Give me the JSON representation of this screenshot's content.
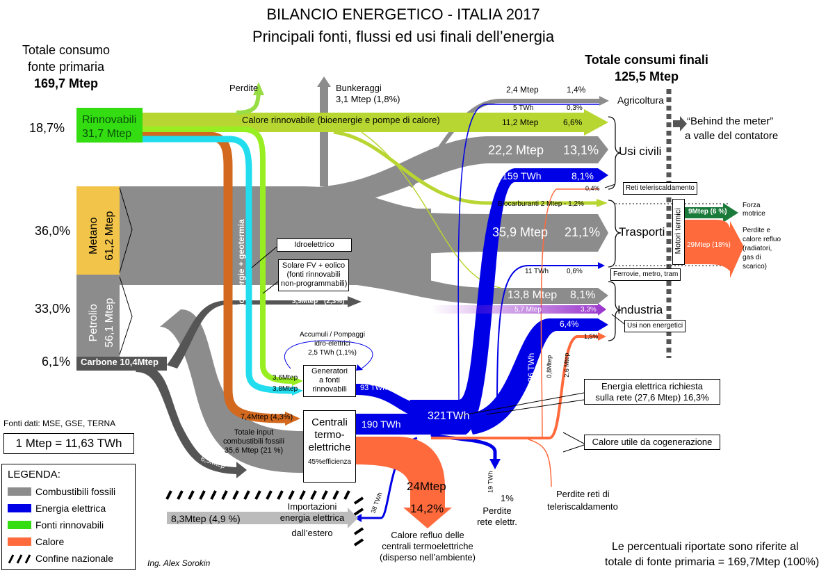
{
  "title": {
    "line1": "BILANCIO ENERGETICO - ITALIA 2017",
    "line2": "Principali fonti, flussi ed usi finali dell’energia"
  },
  "header_left": {
    "line1": "Totale consumo",
    "line2": "fonte primaria",
    "value": "169,7 Mtep"
  },
  "header_right": {
    "line1": "Totale consumi finali",
    "value": "125,5 Mtep"
  },
  "sources": {
    "renewables_pct": "18,7%",
    "renewables_name": "Rinnovabili",
    "renewables_value": "31,7 Mtep",
    "methane_pct": "36,0%",
    "methane_name": "Metano",
    "methane_value": "61,2 Mtep",
    "oil_pct": "33,0%",
    "oil_name": "Petrolio",
    "oil_value": "56,1 Mtep",
    "coal_pct": "6,1%",
    "coal_label": "Carbone 10,4Mtep"
  },
  "labels": {
    "perdite": "Perdite",
    "bunker_1": "Bunkeraggi",
    "bunker_2": "3,1 Mtep (1,8%)",
    "calore_rinnovabile": "Calore rinnovabile (bioenergie e pompe di calore)",
    "agri_mtep": "2,4 Mtep",
    "agri_pct": "1,4%",
    "agri_twh": "5 TWh",
    "agri_twh_pct": "0,3%",
    "agricoltura": "Agricoltura",
    "heat_civil": "11,2 Mtep",
    "heat_civil_pct": "6,6%",
    "behind_1": "“Behind the meter”",
    "behind_2": "a valle del contatore",
    "civil_mtep": "22,2 Mtep",
    "civil_pct": "13,1%",
    "usi_civili": "Usi civili",
    "civil_twh": "159 TWh",
    "civil_twh_pct": "8,1%",
    "civil_dh_pct": "0,4%",
    "reti_tele": "Reti teleriscaldamento",
    "biocarb": "Biocarburanti 2 Mtep - 1,2%",
    "transport_mtep": "35,9 Mtep",
    "transport_pct": "21,1%",
    "trasporti": "Trasporti",
    "motori_termici": "Motori termici",
    "forza_mtep": "9Mtep (6 %)",
    "forza_1": "Forza",
    "forza_2": "motrice",
    "perdite_calore_mtep": "29Mtep (18%)",
    "perdite_calore_1": "Perdite e",
    "perdite_calore_2": "calore refluo",
    "perdite_calore_3": "(radiatori,",
    "perdite_calore_4": "gas di",
    "perdite_calore_5": "scarico)",
    "rail_twh": "11 TWh",
    "rail_pct": "0,6%",
    "ferrovie": "Ferrovie, metro, tram",
    "idroelettrico": "Idroelettrico",
    "solare_1": "Solare FV + eolico",
    "solare_2": "(fonti rinnovabili",
    "solare_3": "non-programmabili)",
    "coal_ind": "3,9Mtep",
    "coal_ind_pct": "(2,3%)",
    "ind_mtep": "13,8 Mtep",
    "ind_pct": "8,1%",
    "ind_ne_mtep": "5,7 Mtep",
    "ind_ne_pct": "3,3%",
    "industria": "Industria",
    "usi_non_energetici": "Usi non energetici",
    "ind_el_pct": "6,4%",
    "ind_heat_pct": "1,5%",
    "accumuli_1": "Accumuli / Pompaggi",
    "accumuli_2": "idro-elettrici",
    "accumuli_3": "2,5 TWh (1,1%)",
    "gen_1": "Generatori",
    "gen_2": "a fonti",
    "gen_3": "rinnovabili",
    "hydro_mtep": "3,6Mtep",
    "solar_mtep": "3,8Mtep",
    "ren_twh": "93 TWh",
    "bio_geo": "Bioenergie + geotermia",
    "bio_mtep": "7,4Mtep (4,3%)",
    "grid_twh": "321TWh",
    "ind_twh": "126 TWh",
    "cogen_08": "0,8Mtep",
    "cogen_26": "2,6 Mtep",
    "richiesta_1": "Energia elettrica richiesta",
    "richiesta_2": "sulla rete (27,6 Mtep) 16,3%",
    "fonti_dati": "Fonti dati: MSE, GSE, TERNA",
    "conv": "1 Mtep = 11,63 TWh",
    "input_1": "Totale input",
    "input_2": "combustibili fossili",
    "input_3": "35,6 Mtep (21 %)",
    "coal_thermo": "6,5Mtep",
    "thermo_1": "Centrali",
    "thermo_2": "termo-",
    "thermo_3": "elettriche",
    "thermo_eff": "45%efficienza",
    "thermo_twh": "190 TWh",
    "calore_utile": "Calore utile da cogenerazione",
    "waste_mtep": "24Mtep",
    "waste_pct": "14,2%",
    "waste_1": "Calore refluo delle",
    "waste_2": "centrali termoelettriche",
    "waste_3": "(disperso nell’ambiente)",
    "import_value": "8,3Mtep (4,9 %)",
    "import_1": "Importazioni",
    "import_2": "energia elettrica",
    "import_3": "dall’estero",
    "import_twh": "38 TWh",
    "grid_loss_twh": "19 TWh",
    "grid_loss_pct": "1%",
    "grid_loss_1": "Perdite",
    "grid_loss_2": "rete elettr.",
    "dh_loss_1": "Perdite reti di",
    "dh_loss_2": "teleriscaldamento",
    "note_1": "Le percentuali riportate sono riferite al",
    "note_2": "totale di fonte primaria = 169,7Mtep (100%)",
    "author": "Ing. Alex Sorokin"
  },
  "legend": {
    "title": "LEGENDA:",
    "items": [
      {
        "label": "Combustibili fossili",
        "color": "#8c8c8c"
      },
      {
        "label": "Energia elettrica",
        "color": "#0000e6"
      },
      {
        "label": "Fonti rinnovabili",
        "color": "#33dd11"
      },
      {
        "label": "Calore",
        "color": "#ff6a3d"
      },
      {
        "label": "Confine nazionale",
        "color": "#000000"
      }
    ]
  },
  "colors": {
    "fossil": "#8c8c8c",
    "electric": "#0000e6",
    "renewable": "#33dd11",
    "renewable_heat": "#b8d631",
    "heat": "#ff6a3d",
    "bio": "#d2691e",
    "solar": "#22ddee",
    "methane": "#f2c44a",
    "nonenergy": "#9933cc",
    "motor": "#1a7a3a"
  }
}
